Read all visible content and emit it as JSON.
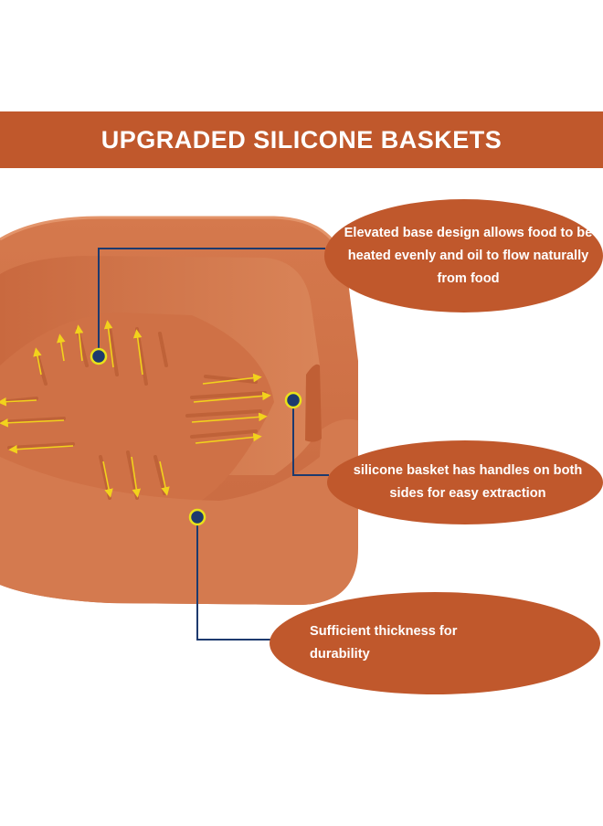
{
  "banner": {
    "title": "UPGRADED SILICONE BASKETS"
  },
  "callouts": [
    {
      "text": "Elevated base design allows food to be heated evenly and oil to flow naturally from food"
    },
    {
      "text": "silicone basket has handles on both sides for easy extraction"
    },
    {
      "text": "Sufficient thickness for durability"
    }
  ],
  "colors": {
    "banner": "#c0582c",
    "callout": "#c0582c",
    "silicone": "#d0754b",
    "leader_line": "#1d3a6e",
    "marker": "#e8e21a",
    "arrow": "#f2d21c"
  }
}
